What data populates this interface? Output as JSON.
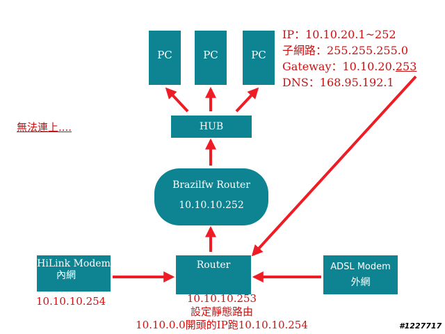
{
  "pcs": [
    {
      "label": "PC"
    },
    {
      "label": "PC"
    },
    {
      "label": "PC"
    }
  ],
  "hub": {
    "label": "HUB"
  },
  "brazil_router": {
    "name": "Brazilfw Router",
    "ip": "10.10.10.252"
  },
  "router": {
    "name": "Router",
    "ip": "10.10.10.253",
    "note_line1": "設定靜態路由",
    "note_line2": "10.10.0.0開頭的IP跑10.10.10.254"
  },
  "hilink": {
    "name": "HiLink Modem",
    "sub": "內網",
    "ip": "10.10.10.254"
  },
  "adsl": {
    "name": "ADSL Modem",
    "sub": "外網"
  },
  "network_info": {
    "ip": "IP：10.10.20.1~252",
    "subnet": "子網路：255.255.255.0",
    "gateway_prefix": "Gateway：10.10.20.",
    "gateway_suffix": "253",
    "dns": "DNS：168.95.192.1"
  },
  "status": {
    "text": "無法連上...."
  },
  "watermark": {
    "text": "#1227717"
  },
  "colors": {
    "box": "#0e8391",
    "arrow": "#ee1c24",
    "text": "#cc1111"
  }
}
